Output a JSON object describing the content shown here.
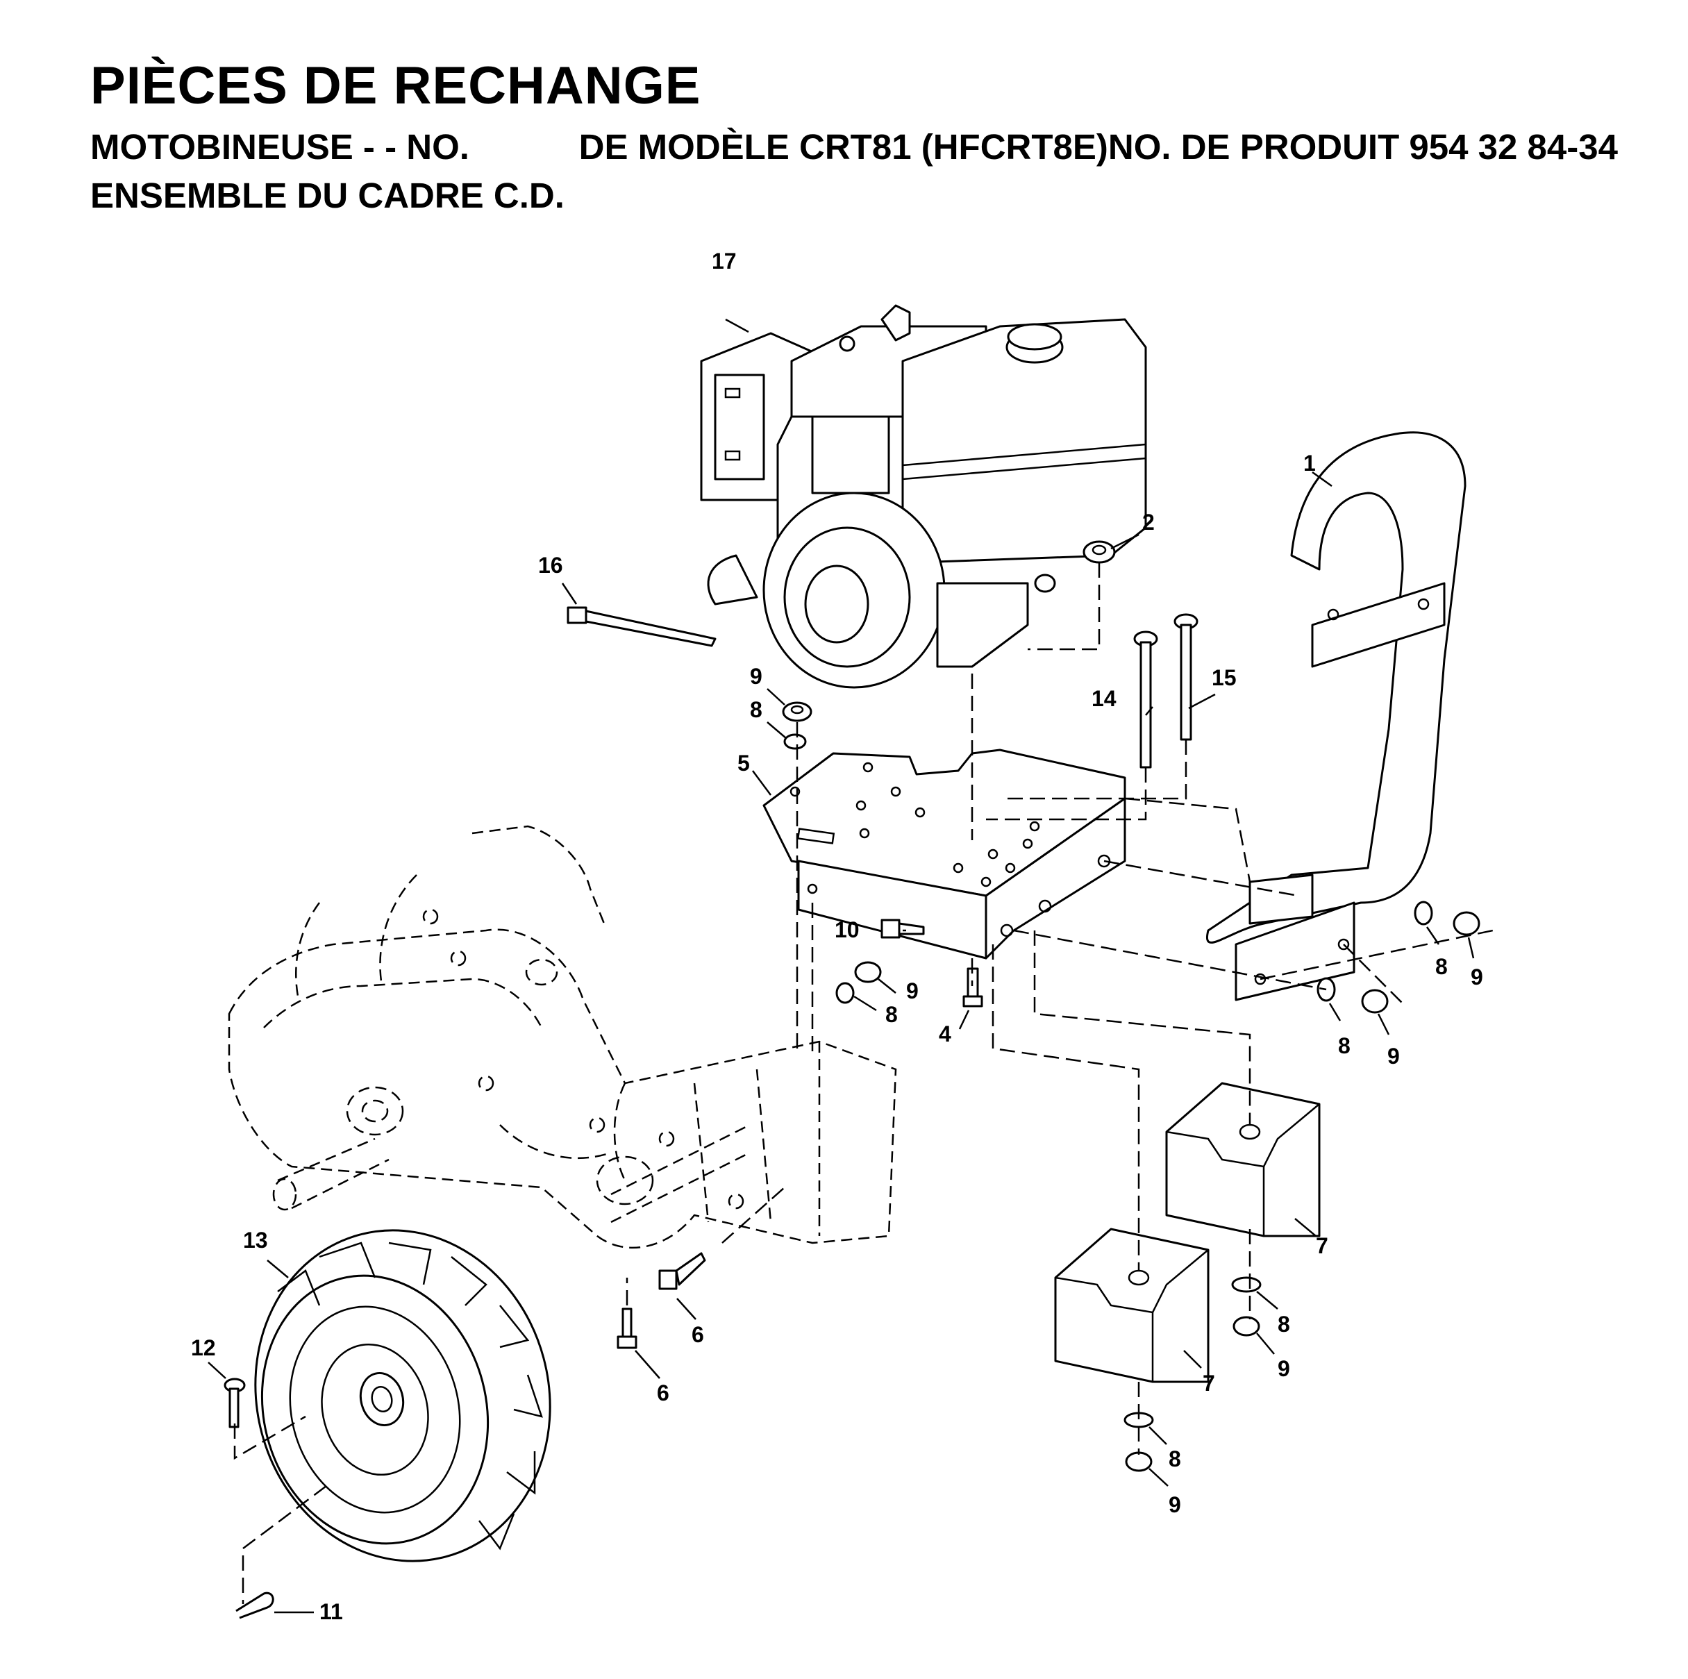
{
  "header": {
    "title": "PIÈCES DE RECHANGE",
    "subtitle_parts": [
      "MOTOBINEUSE - - NO.",
      "DE MODÈLE CRT81 (HFCRT8E)NO. DE PRODUIT 954 32 84-34"
    ],
    "section": "ENSEMBLE DU CADRE C.D."
  },
  "callouts": {
    "c1": "1",
    "c2": "2",
    "c4": "4",
    "c5": "5",
    "c6a": "6",
    "c6b": "6",
    "c7a": "7",
    "c7b": "7",
    "c8a": "8",
    "c8b": "8",
    "c8c": "8",
    "c8d": "8",
    "c8e": "8",
    "c8f": "8",
    "c9a": "9",
    "c9b": "9",
    "c9c": "9",
    "c9d": "9",
    "c9e": "9",
    "c9f": "9",
    "c10": "10",
    "c11": "11",
    "c12": "12",
    "c13": "13",
    "c14": "14",
    "c15": "15",
    "c16": "16",
    "c17": "17"
  }
}
